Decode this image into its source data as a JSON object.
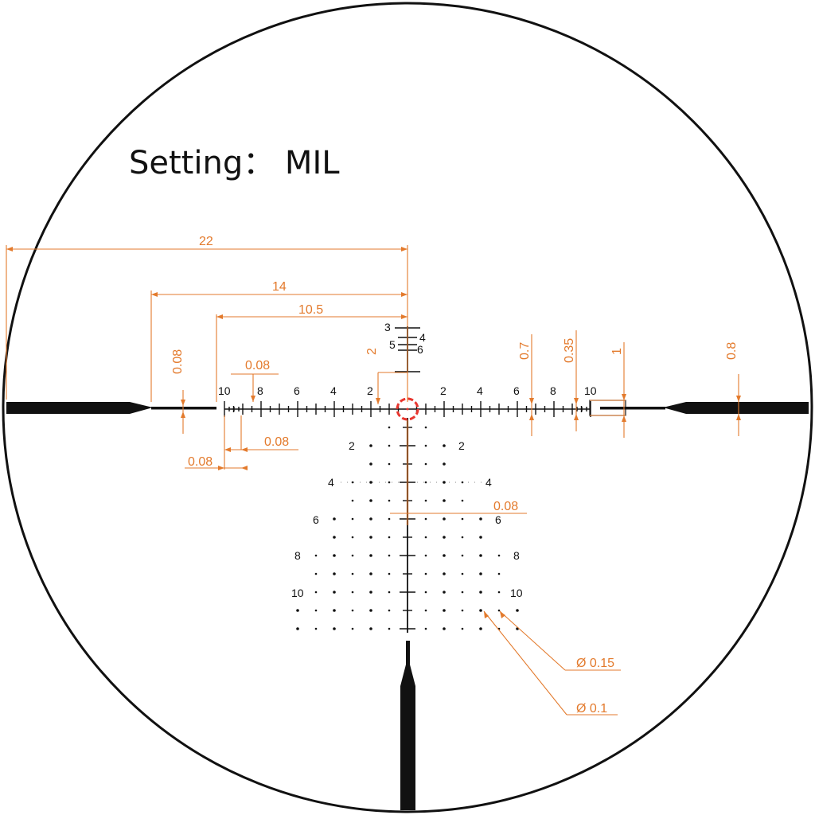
{
  "header": {
    "title": "Setting： MIL"
  },
  "reticle": {
    "unit": "MIL",
    "colors": {
      "reticle": "#111111",
      "dimension": "#e37a2c",
      "center": "#e8362f"
    },
    "left_labels": [
      "10",
      "8",
      "6",
      "4",
      "2"
    ],
    "right_labels": [
      "2",
      "4",
      "6",
      "8",
      "10"
    ],
    "vertical_stadia": {
      "left": [
        "3",
        "5"
      ],
      "right": [
        "4",
        "6"
      ]
    },
    "tree_labels_left": [
      "2",
      "6",
      "8",
      "10"
    ],
    "tree_labels_right": [
      "2",
      "6",
      "8",
      "10"
    ],
    "wind_marks": [
      "4",
      "4"
    ]
  },
  "dimensions": {
    "d22": "22",
    "d14": "14",
    "d105": "10.5",
    "thick_left": "0.08",
    "subtick": "0.08",
    "gap_a": "0.08",
    "gap_b": "0.08",
    "vert_2": "2",
    "r07": "0.7",
    "r035": "0.35",
    "r1": "1",
    "r08": "0.8",
    "post": "0.08",
    "dot_large": "Ø 0.15",
    "dot_small": "Ø 0.1"
  }
}
